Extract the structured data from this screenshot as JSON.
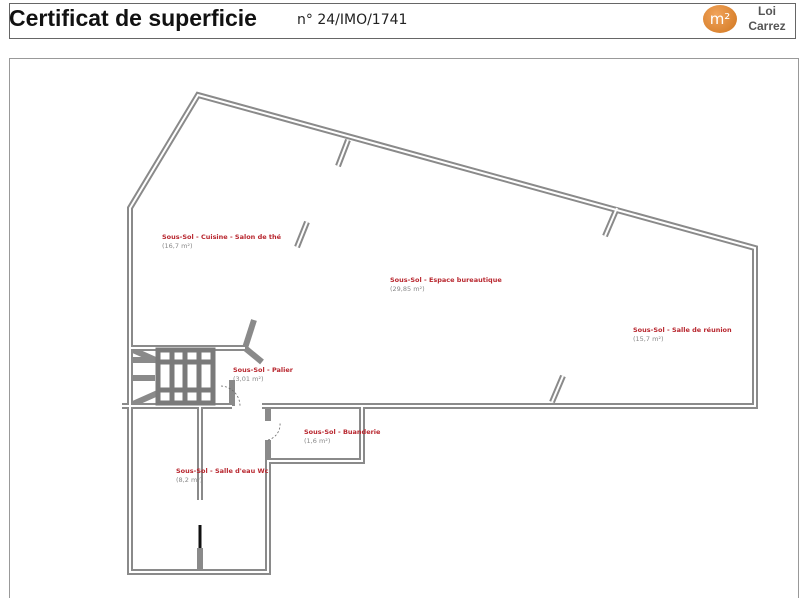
{
  "header": {
    "title": "Certificat de superficie",
    "number": "n° 24/IMO/1741",
    "logo_mark": "m²",
    "logo_text_1": "Loi",
    "logo_text_2": "Carrez"
  },
  "rooms": [
    {
      "name": "Sous-Sol - Cuisine - Salon de thé",
      "area": "(16,7 m²)"
    },
    {
      "name": "Sous-Sol - Espace bureautique",
      "area": "(29,85 m²)"
    },
    {
      "name": "Sous-Sol - Salle de réunion",
      "area": "(15,7 m²)"
    },
    {
      "name": "Sous-Sol - Palier",
      "area": "(3,01 m²)"
    },
    {
      "name": "Sous-Sol - Buanderie",
      "area": "(1,6 m²)"
    },
    {
      "name": "Sous-Sol - Salle d'eau Wc",
      "area": "(8,2 m²)"
    }
  ],
  "colors": {
    "room_label": "#b8262e",
    "wall": "#8a8a8a",
    "logo": "#e08a36"
  }
}
